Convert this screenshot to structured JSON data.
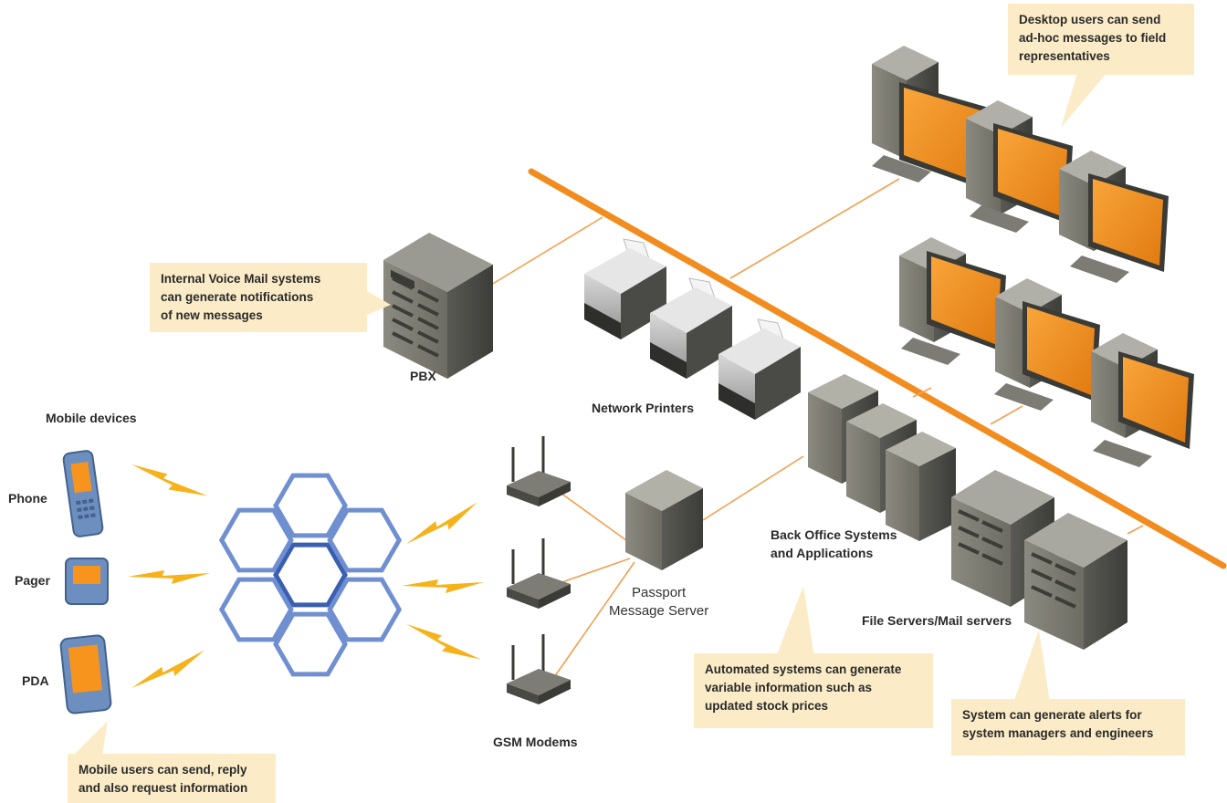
{
  "callouts": {
    "desktop": "Desktop users can send\nad-hoc messages to field\nrepresentatives",
    "voicemail": "Internal Voice Mail systems\ncan generate notifications\nof new messages",
    "automated": "Automated systems can generate\nvariable information such as\nupdated stock prices",
    "alerts": "System can generate alerts for\nsystem managers and engineers",
    "mobile": "Mobile users can send, reply\nand also request information"
  },
  "labels": {
    "pbx": "PBX",
    "network_printers": "Network Printers",
    "mobile_devices": "Mobile devices",
    "phone": "Phone",
    "pager": "Pager",
    "pda": "PDA",
    "back_office": "Back Office Systems\nand Applications",
    "passport_server": "Passport\nMessage Server",
    "file_servers": "File Servers/Mail servers",
    "gsm_modems": "GSM Modems"
  },
  "colors": {
    "orange": "#f28c1e",
    "screen_orange": "#f7941d",
    "callout_bg": "#fbecc7",
    "hex_blue": "#6f8fd1",
    "hex_dark_blue": "#3a5fb0",
    "bolt": "#f6b21b"
  }
}
